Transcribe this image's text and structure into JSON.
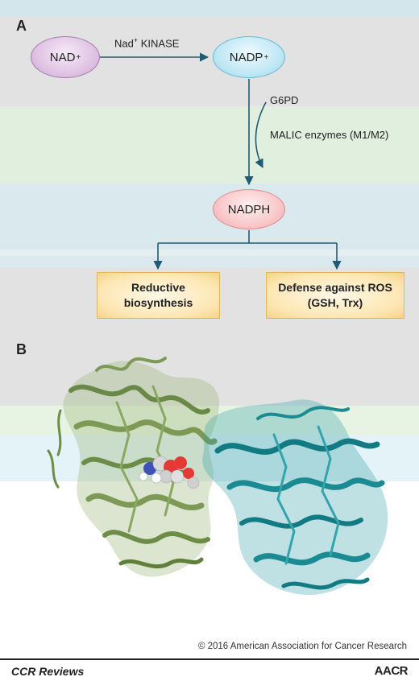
{
  "panels": {
    "a": "A",
    "b": "B"
  },
  "nodes": {
    "nad": {
      "text": "NAD",
      "sup": "+"
    },
    "nadp": {
      "text": "NADP",
      "sup": "+"
    },
    "nadph": {
      "text": "NADPH"
    }
  },
  "edges": {
    "kinase_label": {
      "pre": "Nad",
      "sup": "+",
      "post": " KINASE"
    },
    "g6pd_label": "G6PD",
    "malic_label": "MALIC enzymes (M1/M2)"
  },
  "boxes": {
    "reductive": {
      "line1": "Reductive",
      "line2": "biosynthesis"
    },
    "defense": {
      "line1": "Defense against ROS",
      "line2": "(GSH, Trx)"
    }
  },
  "copyright": "© 2016 American Association for Cancer Research",
  "footer": {
    "journal": "CCR Reviews",
    "logo": "AACR"
  },
  "colors": {
    "nad": "#d8b4dc",
    "nadp": "#a8dcef",
    "nadph": "#f7b3b6",
    "arrow": "#1f5b74",
    "protein_left": "#7c9a55",
    "protein_right": "#1a8a93"
  }
}
